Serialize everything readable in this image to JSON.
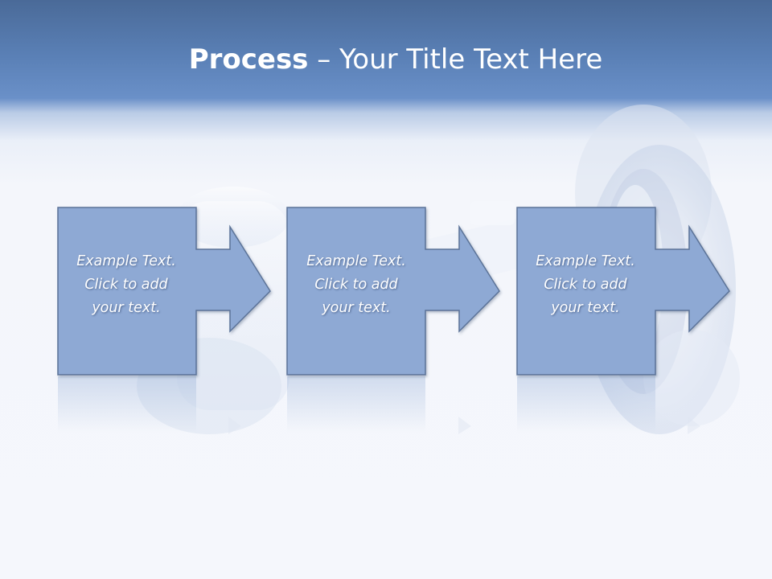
{
  "slide": {
    "title_bold": "Process",
    "title_rest": " – Your Title Text Here"
  },
  "steps": [
    {
      "line1": "Example Text.",
      "line2": "Click  to add",
      "line3": "your text."
    },
    {
      "line1": "Example Text.",
      "line2": "Click  to add",
      "line3": "your text."
    },
    {
      "line1": "Example Text.",
      "line2": "Click  to add",
      "line3": "your text."
    }
  ],
  "colors": {
    "header_blue": "#5a80b6",
    "shape_fill": "#8ea9d4",
    "shape_stroke": "#5b7398",
    "text": "#ffffff"
  }
}
